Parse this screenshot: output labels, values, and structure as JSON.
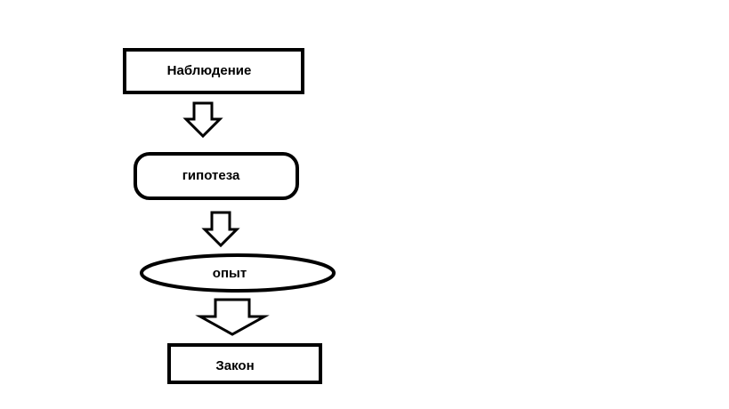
{
  "nodes": {
    "observation": {
      "label": "Наблюдение"
    },
    "hypothesis": {
      "label": "гипотеза"
    },
    "experiment": {
      "label": "опыт"
    },
    "law": {
      "label": "Закон"
    }
  },
  "colors": {
    "stroke": "#000000",
    "fill": "#ffffff"
  }
}
